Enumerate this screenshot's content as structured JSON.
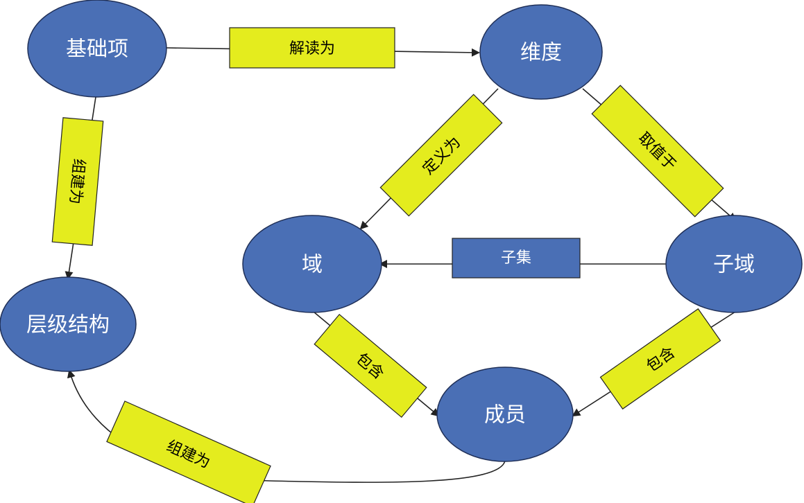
{
  "colors": {
    "node_fill": "#4a6fb5",
    "node_stroke": "#1f2f57",
    "label_fill": "#e4ec1e",
    "label_fill_blue": "#4a6fb5",
    "line": "#222222"
  },
  "nodes": {
    "basic_item": "基础项",
    "dimension": "维度",
    "domain": "域",
    "subdomain": "子域",
    "hierarchy": "层级结构",
    "member": "成员"
  },
  "edges": {
    "interpreted_as": "解读为",
    "defined_as": "定义为",
    "takes_value_in": "取值于",
    "subset": "子集",
    "built_as_top": "组建为",
    "contains_left": "包含",
    "contains_right": "包含",
    "built_as_bottom": "组建为"
  }
}
